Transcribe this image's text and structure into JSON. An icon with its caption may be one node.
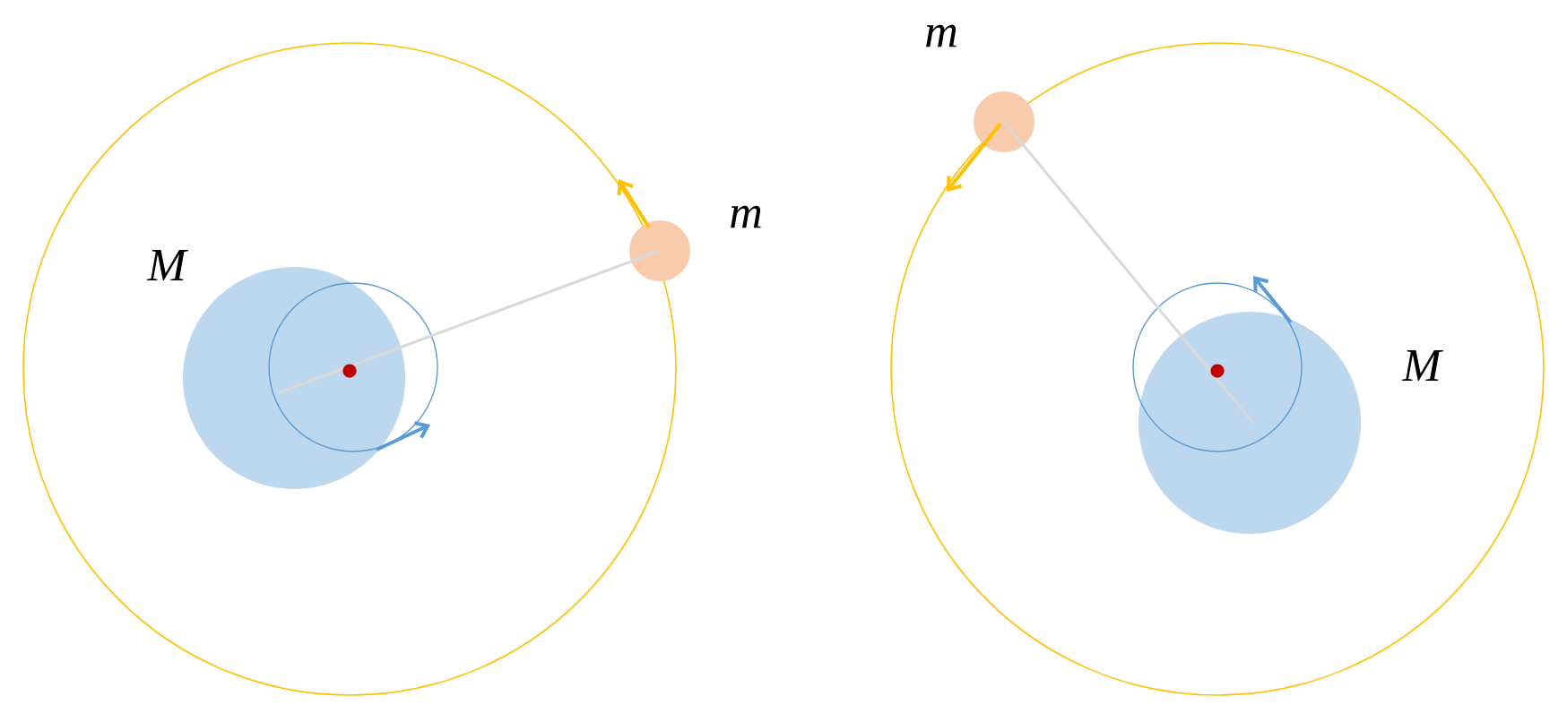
{
  "diagram": {
    "nodes": [
      {
        "text": [],
        "shape": "circle",
        "beside": [
          "M"
        ]
      },
      {
        "text": [],
        "shape": "circle",
        "beside": [
          "m"
        ]
      },
      {
        "text": [],
        "shape": "circle",
        "beside": [
          "M"
        ]
      },
      {
        "text": [],
        "shape": "circle",
        "beside": [
          "m"
        ]
      }
    ],
    "edges": [
      {
        "from": 1,
        "to": 0,
        "arrow": "none"
      },
      {
        "from": 3,
        "to": 2,
        "arrow": "none"
      }
    ]
  }
}
